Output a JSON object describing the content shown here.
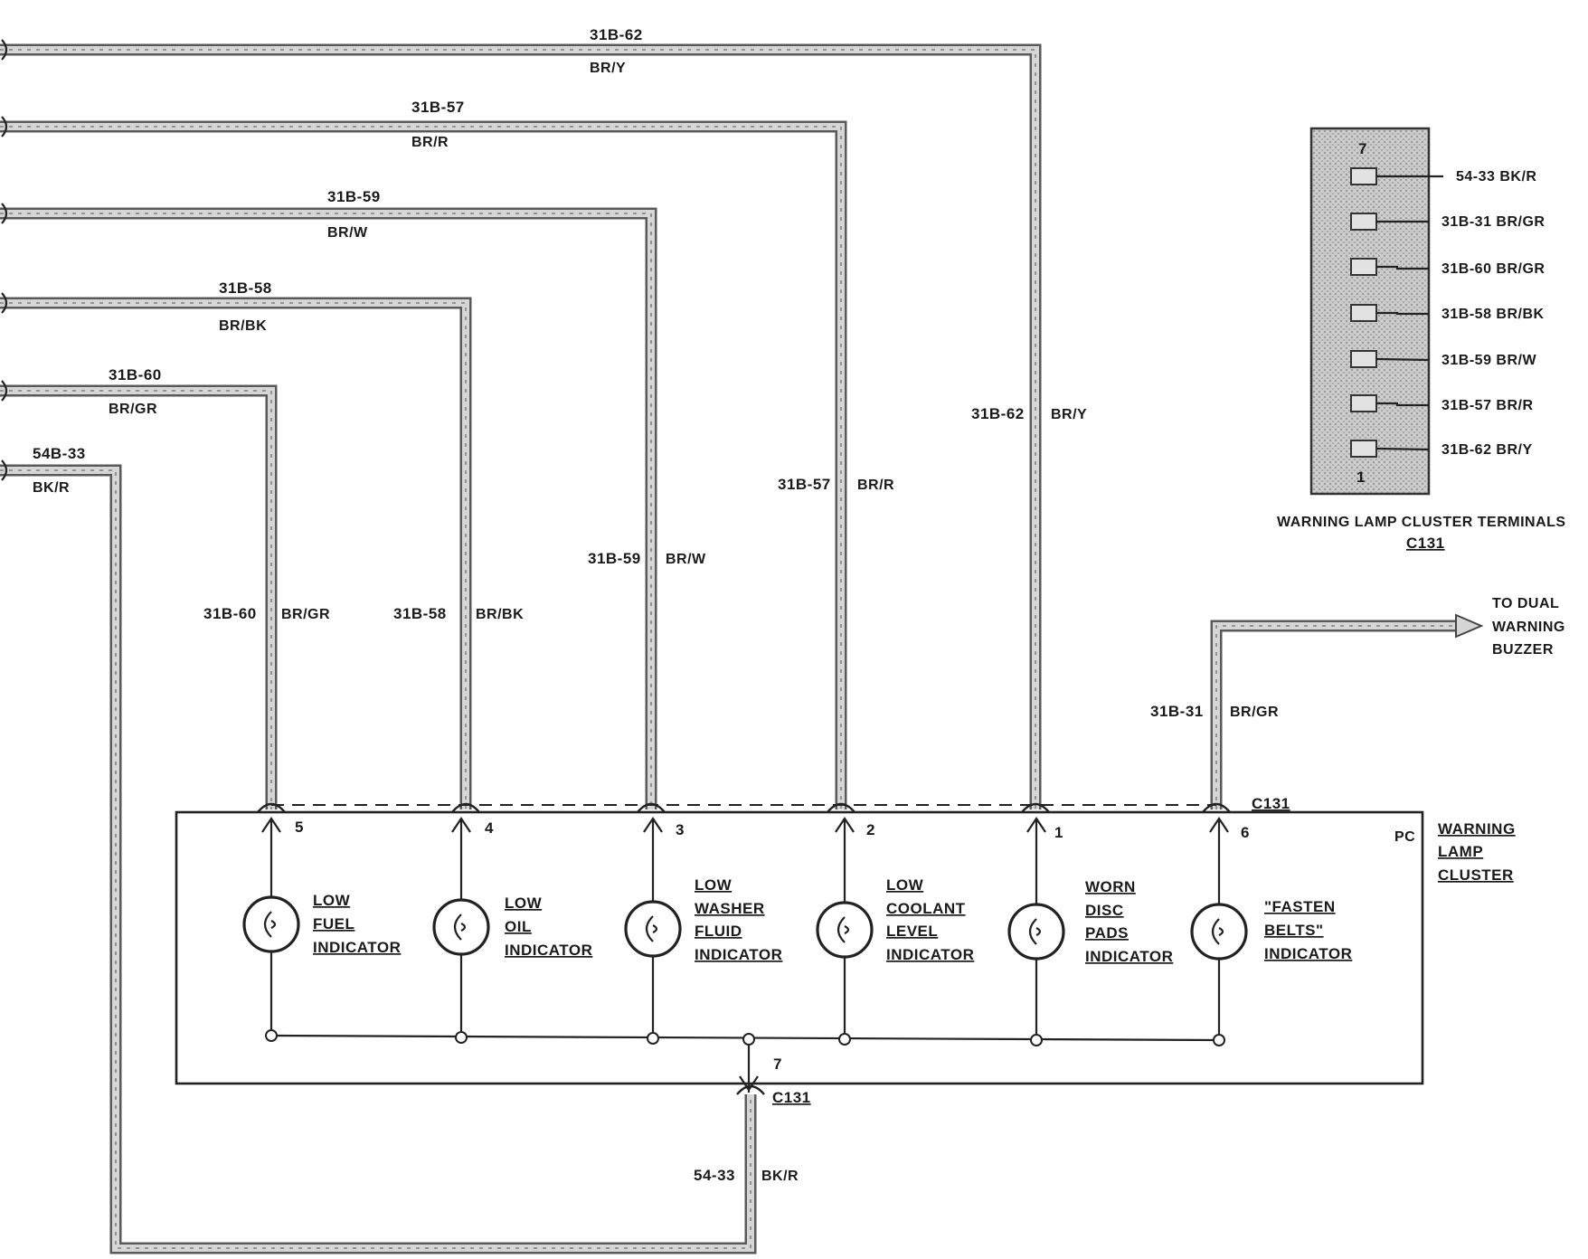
{
  "wires": [
    {
      "id": "31B-62",
      "color": "BR/Y"
    },
    {
      "id": "31B-57",
      "color": "BR/R"
    },
    {
      "id": "31B-59",
      "color": "BR/W"
    },
    {
      "id": "31B-58",
      "color": "BR/BK"
    },
    {
      "id": "31B-60",
      "color": "BR/GR"
    },
    {
      "id": "54B-33",
      "color": "BK/R"
    }
  ],
  "vertical_labels": [
    {
      "id": "31B-60",
      "color": "BR/GR"
    },
    {
      "id": "31B-58",
      "color": "BR/BK"
    },
    {
      "id": "31B-59",
      "color": "BR/W"
    },
    {
      "id": "31B-57",
      "color": "BR/R"
    },
    {
      "id": "31B-62",
      "color": "BR/Y"
    },
    {
      "id": "31B-31",
      "color": "BR/GR"
    }
  ],
  "ground_wire": {
    "id": "54-33",
    "color": "BK/R",
    "pin": "7",
    "connector": "C131"
  },
  "connector": {
    "name": "C131",
    "pc": "PC"
  },
  "cluster_title": [
    "WARNING",
    "LAMP",
    "CLUSTER"
  ],
  "indicators": [
    {
      "pin": "5",
      "lines": [
        "LOW",
        "FUEL",
        "INDICATOR"
      ]
    },
    {
      "pin": "4",
      "lines": [
        "LOW",
        "OIL",
        "INDICATOR"
      ]
    },
    {
      "pin": "3",
      "lines": [
        "LOW",
        "WASHER",
        "FLUID",
        "INDICATOR"
      ]
    },
    {
      "pin": "2",
      "lines": [
        "LOW",
        "COOLANT",
        "LEVEL",
        "INDICATOR"
      ]
    },
    {
      "pin": "1",
      "lines": [
        "WORN",
        "DISC",
        "PADS",
        "INDICATOR"
      ]
    },
    {
      "pin": "6",
      "lines": [
        "\"FASTEN",
        "BELTS\"",
        "INDICATOR"
      ]
    }
  ],
  "buzzer": [
    "TO DUAL",
    "WARNING",
    "BUZZER"
  ],
  "terminals": {
    "top_pin": "7",
    "bottom_pin": "1",
    "items": [
      "54-33 BK/R",
      "31B-31 BR/GR",
      "31B-60 BR/GR",
      "31B-58 BR/BK",
      "31B-59 BR/W",
      "31B-57 BR/R",
      "31B-62 BR/Y"
    ],
    "title": "WARNING LAMP CLUSTER TERMINALS",
    "connector": "C131"
  }
}
